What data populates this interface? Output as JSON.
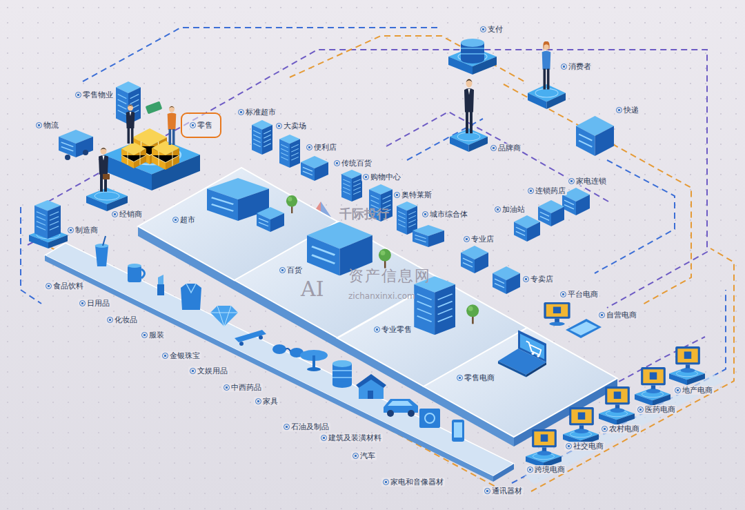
{
  "diagram": {
    "nodes": [
      {
        "text": [
          "零售"
        ]
      },
      {
        "text": [
          "超市"
        ]
      },
      {
        "text": [
          "百货"
        ]
      },
      {
        "text": [
          "专业零售"
        ]
      },
      {
        "text": [
          "零售电商"
        ]
      }
    ],
    "labels": [
      "零售物业",
      "物流",
      "经销商",
      "制造商",
      "标准超市",
      "大卖场",
      "便利店",
      "传统百货",
      "购物中心",
      "奥特莱斯",
      "城市综合体",
      "支付",
      "消费者",
      "品牌商",
      "快递",
      "家电连锁",
      "连锁药店",
      "加油站",
      "专业店",
      "专卖店",
      "平台电商",
      "自营电商",
      "食品饮料",
      "日用品",
      "化妆品",
      "服装",
      "金银珠宝",
      "文娱用品",
      "中西药品",
      "家具",
      "石油及制品",
      "建筑及装潢材料",
      "汽车",
      "家电和音像器材",
      "通讯器材",
      "地产电商",
      "医药电商",
      "农村电商",
      "社交电商",
      "跨境电商",
      "千际投行",
      "AI",
      "资产信息网",
      "zichanxinxi.com"
    ]
  }
}
